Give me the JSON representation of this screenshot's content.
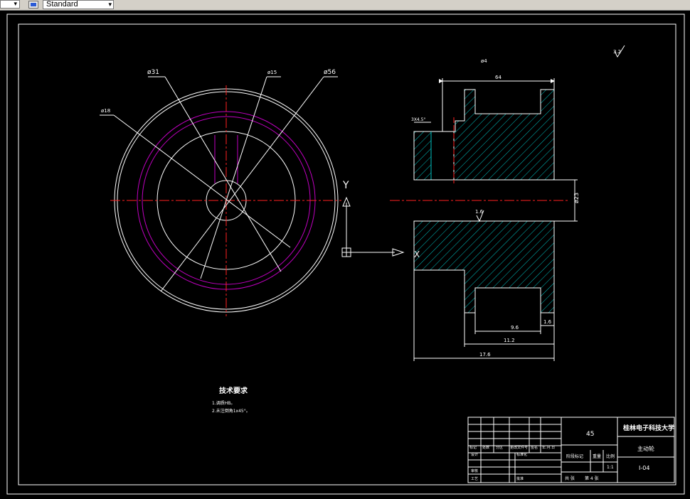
{
  "toolbar": {
    "style_value": "Standard",
    "dropdown_arrow": "▾"
  },
  "drawing": {
    "front_view_dims": {
      "d31": "ø31",
      "d15": "ø15",
      "d56": "ø56",
      "d18": "ø18"
    },
    "side_view_dims": {
      "top_label": "ø4",
      "top_width": "64",
      "chamfer": "3X4.5°",
      "bore": "ø23",
      "inner_groove": "9.6",
      "hub_length": "11.2",
      "total_length": "17.6",
      "small_step": "1.6",
      "roughness_mid": "1.6"
    },
    "roughness_corner": "3.2",
    "axis_y": "Y",
    "axis_x": "X"
  },
  "tech": {
    "title": "技术要求",
    "line1": "1.调质HB。",
    "line2": "2.未注倒角1x45°。"
  },
  "title_block": {
    "material": "45",
    "school": "桂林电子科技大学",
    "part_name": "主动轮",
    "drawing_no": "I-04",
    "scale_label": "比例",
    "scale_value": "1:1",
    "weight_label": "重量",
    "stage_label": "阶段标记",
    "sheets_total": "共 张",
    "sheet_no": "第 4 张",
    "r_mark": "标记",
    "r_count": "处数",
    "r_zone": "分区",
    "r_docno": "更改文件号",
    "r_sign": "签名",
    "r_date": "年.月.日",
    "design": "设计",
    "standard": "标准化",
    "review": "审核",
    "process": "工艺",
    "approve": "批准"
  },
  "colors": {
    "background": "#000000",
    "line": "#ffffff",
    "center_line": "#ff2020",
    "hatch": "#00c0c0",
    "magenta": "#c000c0"
  }
}
